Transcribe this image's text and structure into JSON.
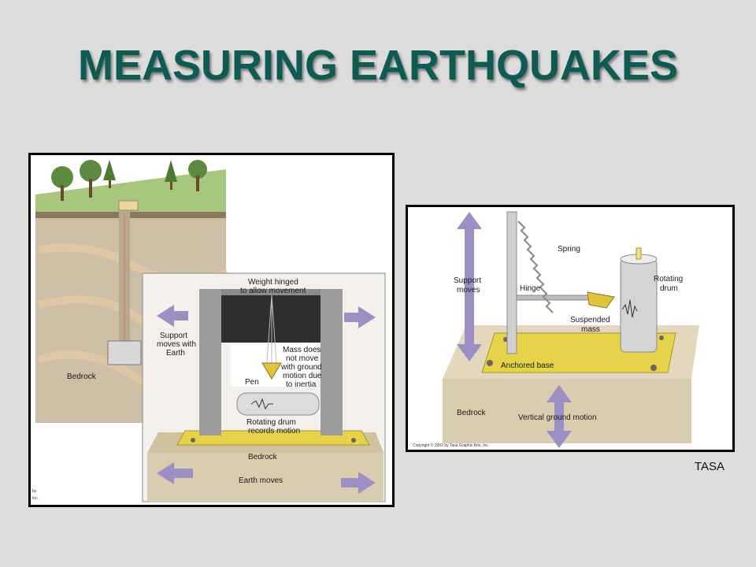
{
  "slide": {
    "title": "MEASURING EARTHQUAKES",
    "credit": "TASA"
  },
  "left_diagram": {
    "support_label_1": "Support",
    "support_label_2": "moves with",
    "support_label_3": "Earth",
    "weight_label_1": "Weight hinged",
    "weight_label_2": "to allow movement",
    "mass_label_1": "Mass does",
    "mass_label_2": "not move",
    "mass_label_3": "with ground",
    "mass_label_4": "motion due",
    "mass_label_5": "to inertia",
    "pen_label": "Pen",
    "drum_label_1": "Rotating drum",
    "drum_label_2": "records motion",
    "bedrock_label_top": "Bedrock",
    "bedrock_label_inset": "Bedrock",
    "earth_label": "Earth moves",
    "copyright_1": "by",
    "copyright_2": "Inc."
  },
  "right_diagram": {
    "support_label_1": "Support",
    "support_label_2": "moves",
    "spring_label": "Spring",
    "hinge_label": "Hinge",
    "mass_label_1": "Suspended",
    "mass_label_2": "mass",
    "drum_label_1": "Rotating",
    "drum_label_2": "drum",
    "base_label": "Anchored base",
    "bedrock_label": "Bedrock",
    "ground_label": "Vertical ground motion",
    "copyright": "Copyright © 2002 by Tasa Graphic Arts, Inc."
  },
  "colors": {
    "title": "#0f5a52",
    "arrow": "#9b8fc4",
    "plate": "#e7d34a",
    "ground": "#d9cdb0"
  }
}
